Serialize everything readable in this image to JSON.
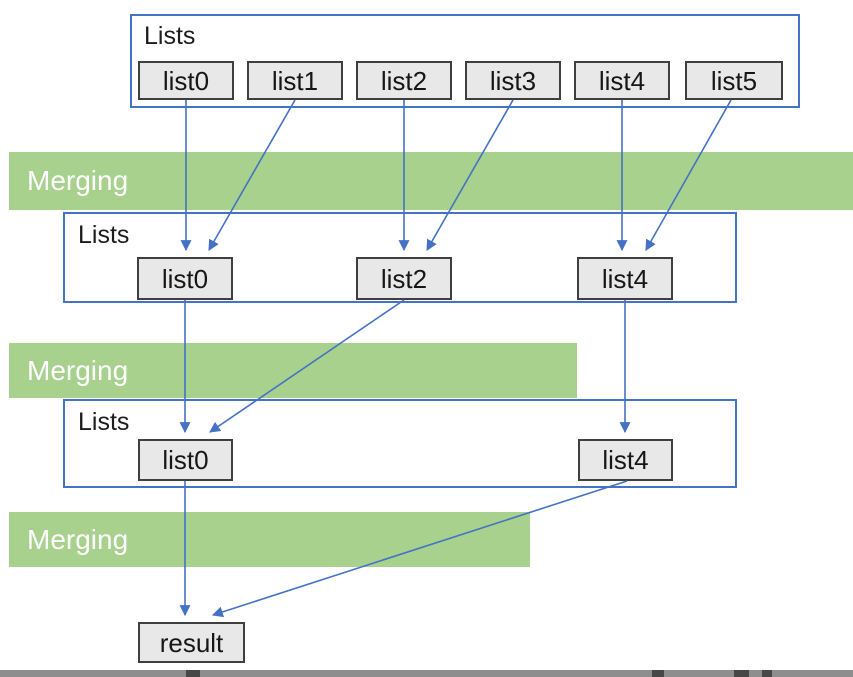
{
  "diagram": {
    "title_hint": "k-way merge of sorted lists",
    "stages": [
      {
        "label": "Lists",
        "items": [
          "list0",
          "list1",
          "list2",
          "list3",
          "list4",
          "list5"
        ]
      },
      {
        "label": "Lists",
        "items": [
          "list0",
          "list2",
          "list4"
        ]
      },
      {
        "label": "Lists",
        "items": [
          "list0",
          "list4"
        ]
      }
    ],
    "bands": [
      {
        "label": "Merging"
      },
      {
        "label": "Merging"
      },
      {
        "label": "Merging"
      }
    ],
    "result_label": "result",
    "connections": [
      {
        "from": "stage1.list0",
        "to": "stage2.list0"
      },
      {
        "from": "stage1.list1",
        "to": "stage2.list0"
      },
      {
        "from": "stage1.list2",
        "to": "stage2.list2"
      },
      {
        "from": "stage1.list3",
        "to": "stage2.list2"
      },
      {
        "from": "stage1.list4",
        "to": "stage2.list4"
      },
      {
        "from": "stage1.list5",
        "to": "stage2.list4"
      },
      {
        "from": "stage2.list0",
        "to": "stage3.list0"
      },
      {
        "from": "stage2.list2",
        "to": "stage3.list0"
      },
      {
        "from": "stage2.list4",
        "to": "stage3.list4"
      },
      {
        "from": "stage3.list0",
        "to": "result"
      },
      {
        "from": "stage3.list4",
        "to": "result"
      }
    ],
    "colors": {
      "accent_blue": "#4472C4",
      "band_green": "#A9D18E",
      "box_fill": "#E8E8E8",
      "box_border": "#3F3F3F",
      "bottom_bar_gray": "#8E8E8E"
    }
  }
}
